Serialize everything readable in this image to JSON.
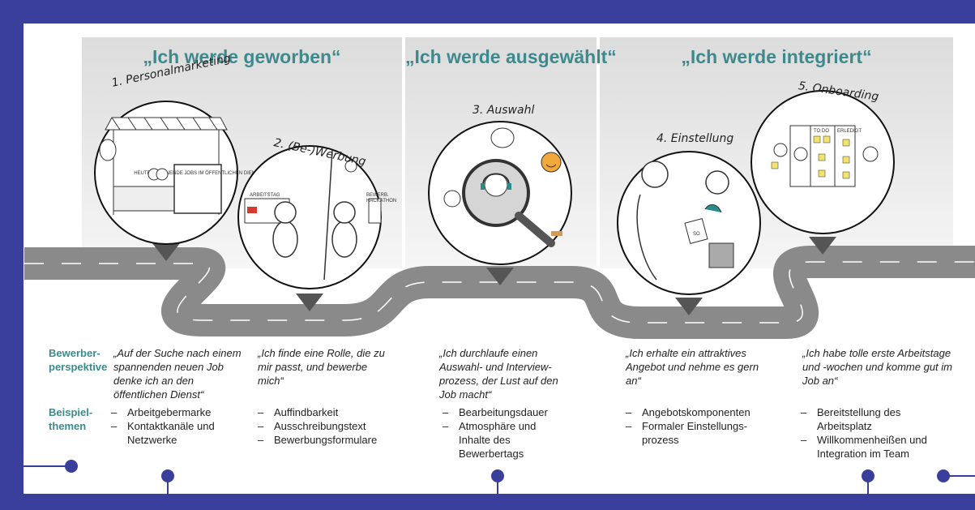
{
  "stages": [
    {
      "title": "„Ich werde geworben“"
    },
    {
      "title": "„Ich werde ausgewählt“"
    },
    {
      "title": "„Ich werde integriert“"
    }
  ],
  "steps": [
    {
      "label": "1. Personalmarketing",
      "sign": "HEUTE: SPANNENDE JOBS IM ÖFFENTLICHEN DIENST"
    },
    {
      "label": "2. (Be-)Werbung",
      "tag_left": "ARBEITSTAG",
      "tag_right": "BEWERB. HACKATHON"
    },
    {
      "label": "3. Auswahl"
    },
    {
      "label": "4. Einstellung",
      "paper": "SO"
    },
    {
      "label": "5. Onboarding",
      "board_todo": "TO DO",
      "board_done": "ERLEDIGT"
    }
  ],
  "rows": {
    "perspective_label": "Bewerber-perspektive",
    "topics_label": "Beispiel-themen"
  },
  "columns": [
    {
      "quote": "„Auf der Suche nach einem spannenden neuen Job denke ich an den öffentlichen Dienst“",
      "topics": [
        "Arbeitgebermarke",
        "Kontaktkanäle und Netzwerke"
      ]
    },
    {
      "quote": "„Ich finde eine Rolle, die zu mir passt, und bewerbe mich“",
      "topics": [
        "Auffindbarkeit",
        "Ausschreibungstext",
        "Bewerbungsformulare"
      ]
    },
    {
      "quote": "„Ich durchlaufe einen Auswahl- und Interview-prozess, der Lust auf den Job macht“",
      "topics": [
        "Bearbeitungsdauer",
        "Atmosphäre und Inhalte des Bewerbertags"
      ]
    },
    {
      "quote": "„Ich erhalte ein attraktives Angebot und nehme es gern an“",
      "topics": [
        "Angebotskomponenten",
        "Formaler Einstellungs-prozess"
      ]
    },
    {
      "quote": "„Ich habe tolle erste Arbeitstage und -wochen und komme gut im Job an“",
      "topics": [
        "Bereitstellung des Arbeitsplatz",
        "Willkommenheißen und Integration im Team"
      ]
    }
  ],
  "colors": {
    "frame": "#3a3f9c",
    "accent": "#3c8a8d",
    "road": "#8a8a8a"
  }
}
